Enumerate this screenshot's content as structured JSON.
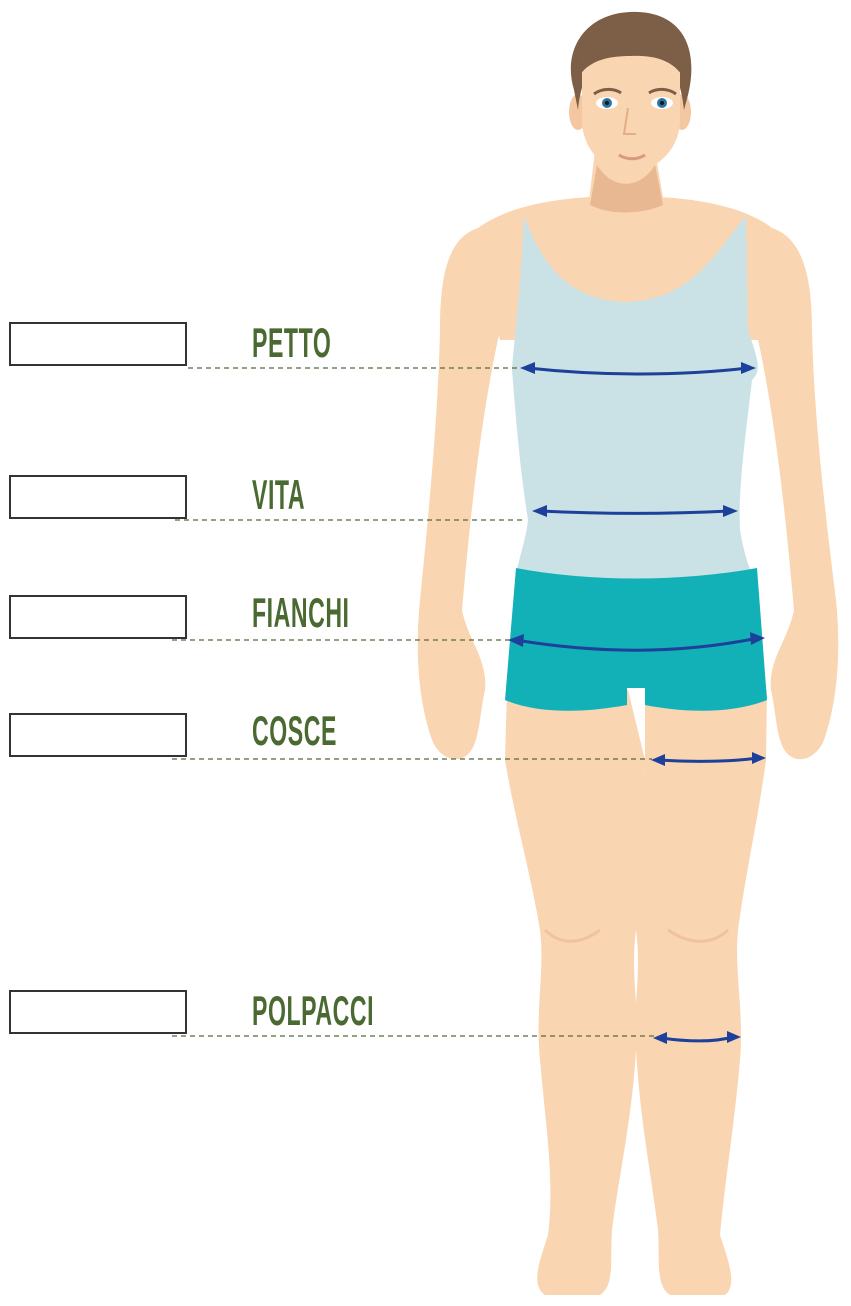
{
  "colors": {
    "skin": "#fad5b2",
    "skin_shadow": "#e8b892",
    "hair": "#7d5f48",
    "tank_top": "#cae2e6",
    "shorts": "#12b1b8",
    "arrow": "#1d419a",
    "label_text": "#4a6a32",
    "guide_line": "#556b3a"
  },
  "measurements": [
    {
      "label": "PETTO",
      "value": ""
    },
    {
      "label": "VITA",
      "value": ""
    },
    {
      "label": "FIANCHI",
      "value": ""
    },
    {
      "label": "COSCE",
      "value": ""
    },
    {
      "label": "POLPACCI",
      "value": ""
    }
  ]
}
